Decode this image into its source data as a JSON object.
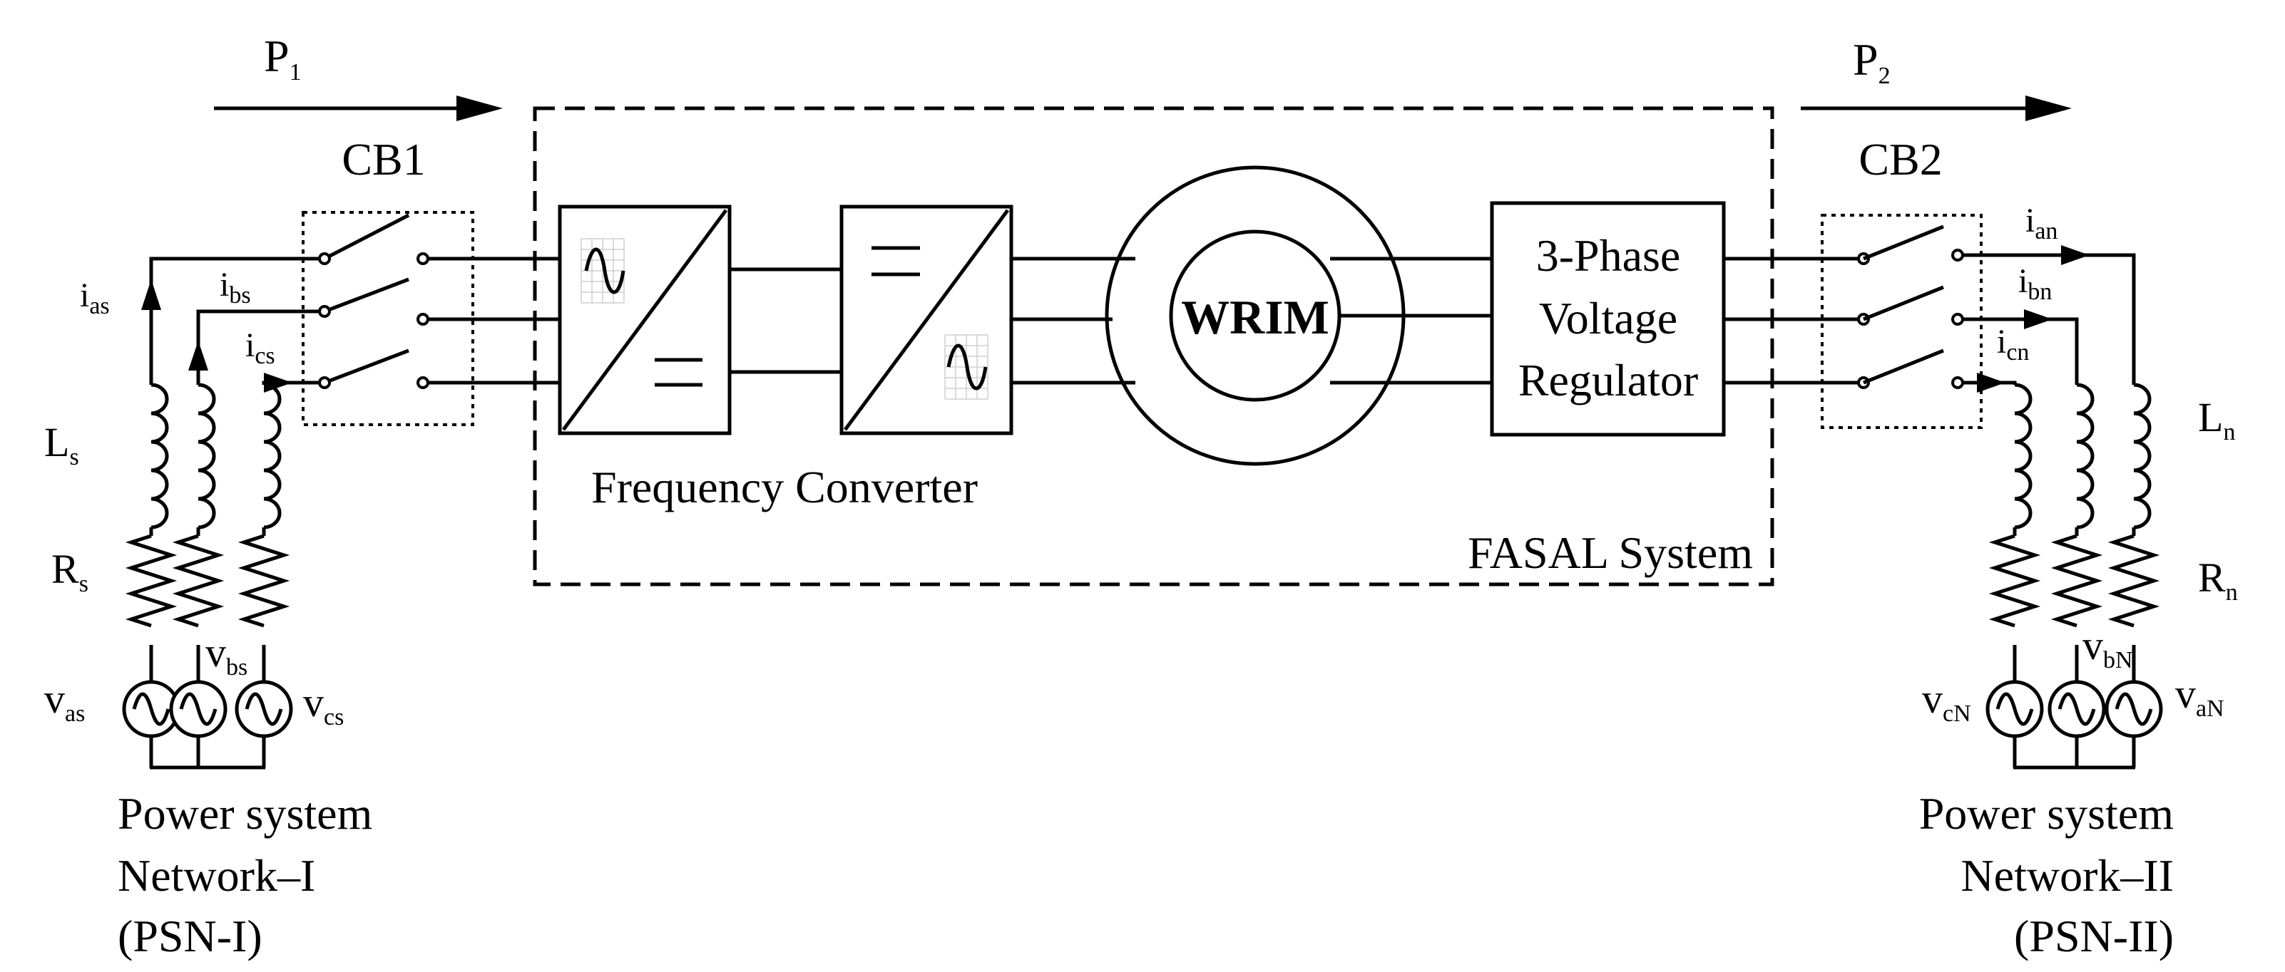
{
  "power_flow": {
    "p1": {
      "symbol": "P",
      "sub": "1"
    },
    "p2": {
      "symbol": "P",
      "sub": "2"
    }
  },
  "breakers": {
    "cb1": "CB1",
    "cb2": "CB2"
  },
  "left_network": {
    "currents": [
      {
        "symbol": "i",
        "sub": "as"
      },
      {
        "symbol": "i",
        "sub": "bs"
      },
      {
        "symbol": "i",
        "sub": "cs"
      }
    ],
    "inductance": {
      "symbol": "L",
      "sub": "s"
    },
    "resistance": {
      "symbol": "R",
      "sub": "s"
    },
    "sources": [
      {
        "symbol": "v",
        "sub": "as"
      },
      {
        "symbol": "v",
        "sub": "bs"
      },
      {
        "symbol": "v",
        "sub": "cs"
      }
    ],
    "caption": [
      "Power system",
      "Network–I",
      "(PSN-I)"
    ]
  },
  "right_network": {
    "currents": [
      {
        "symbol": "i",
        "sub": "an"
      },
      {
        "symbol": "i",
        "sub": "bn"
      },
      {
        "symbol": "i",
        "sub": "cn"
      }
    ],
    "inductance": {
      "symbol": "L",
      "sub": "n"
    },
    "resistance": {
      "symbol": "R",
      "sub": "n"
    },
    "sources": [
      {
        "symbol": "v",
        "sub": "cN"
      },
      {
        "symbol": "v",
        "sub": "bN"
      },
      {
        "symbol": "v",
        "sub": "aN"
      }
    ],
    "caption": [
      "Power system",
      "Network–II",
      "(PSN-II)"
    ]
  },
  "fasal": {
    "converter_label": "Frequency Converter",
    "machine_label": "WRIM",
    "regulator_lines": [
      "3-Phase",
      "Voltage",
      "Regulator"
    ],
    "system_label": "FASAL System"
  }
}
